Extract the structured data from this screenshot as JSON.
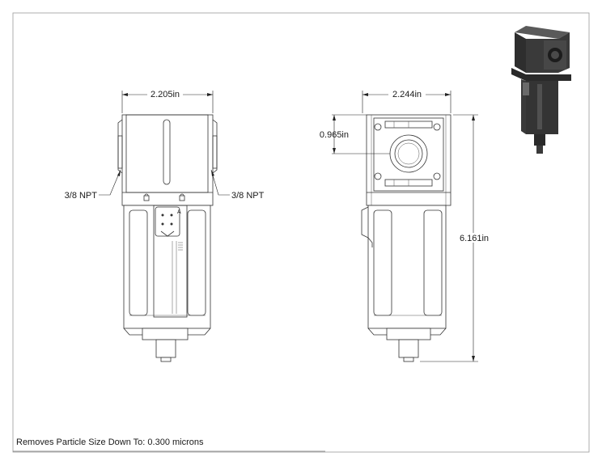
{
  "drawing": {
    "front_view": {
      "width_dim": "2.205in",
      "port_left_label": "3/8 NPT",
      "port_right_label": "3/8 NPT",
      "valve_letter": "A"
    },
    "side_view": {
      "width_dim": "2.244in",
      "port_height_dim": "0.965in",
      "overall_height_dim": "6.161in"
    },
    "note": "Removes Particle Size Down To: 0.300 microns",
    "iso_view": {
      "body_color": "#3a3a3a",
      "highlight_color": "#6a6a6a"
    }
  }
}
